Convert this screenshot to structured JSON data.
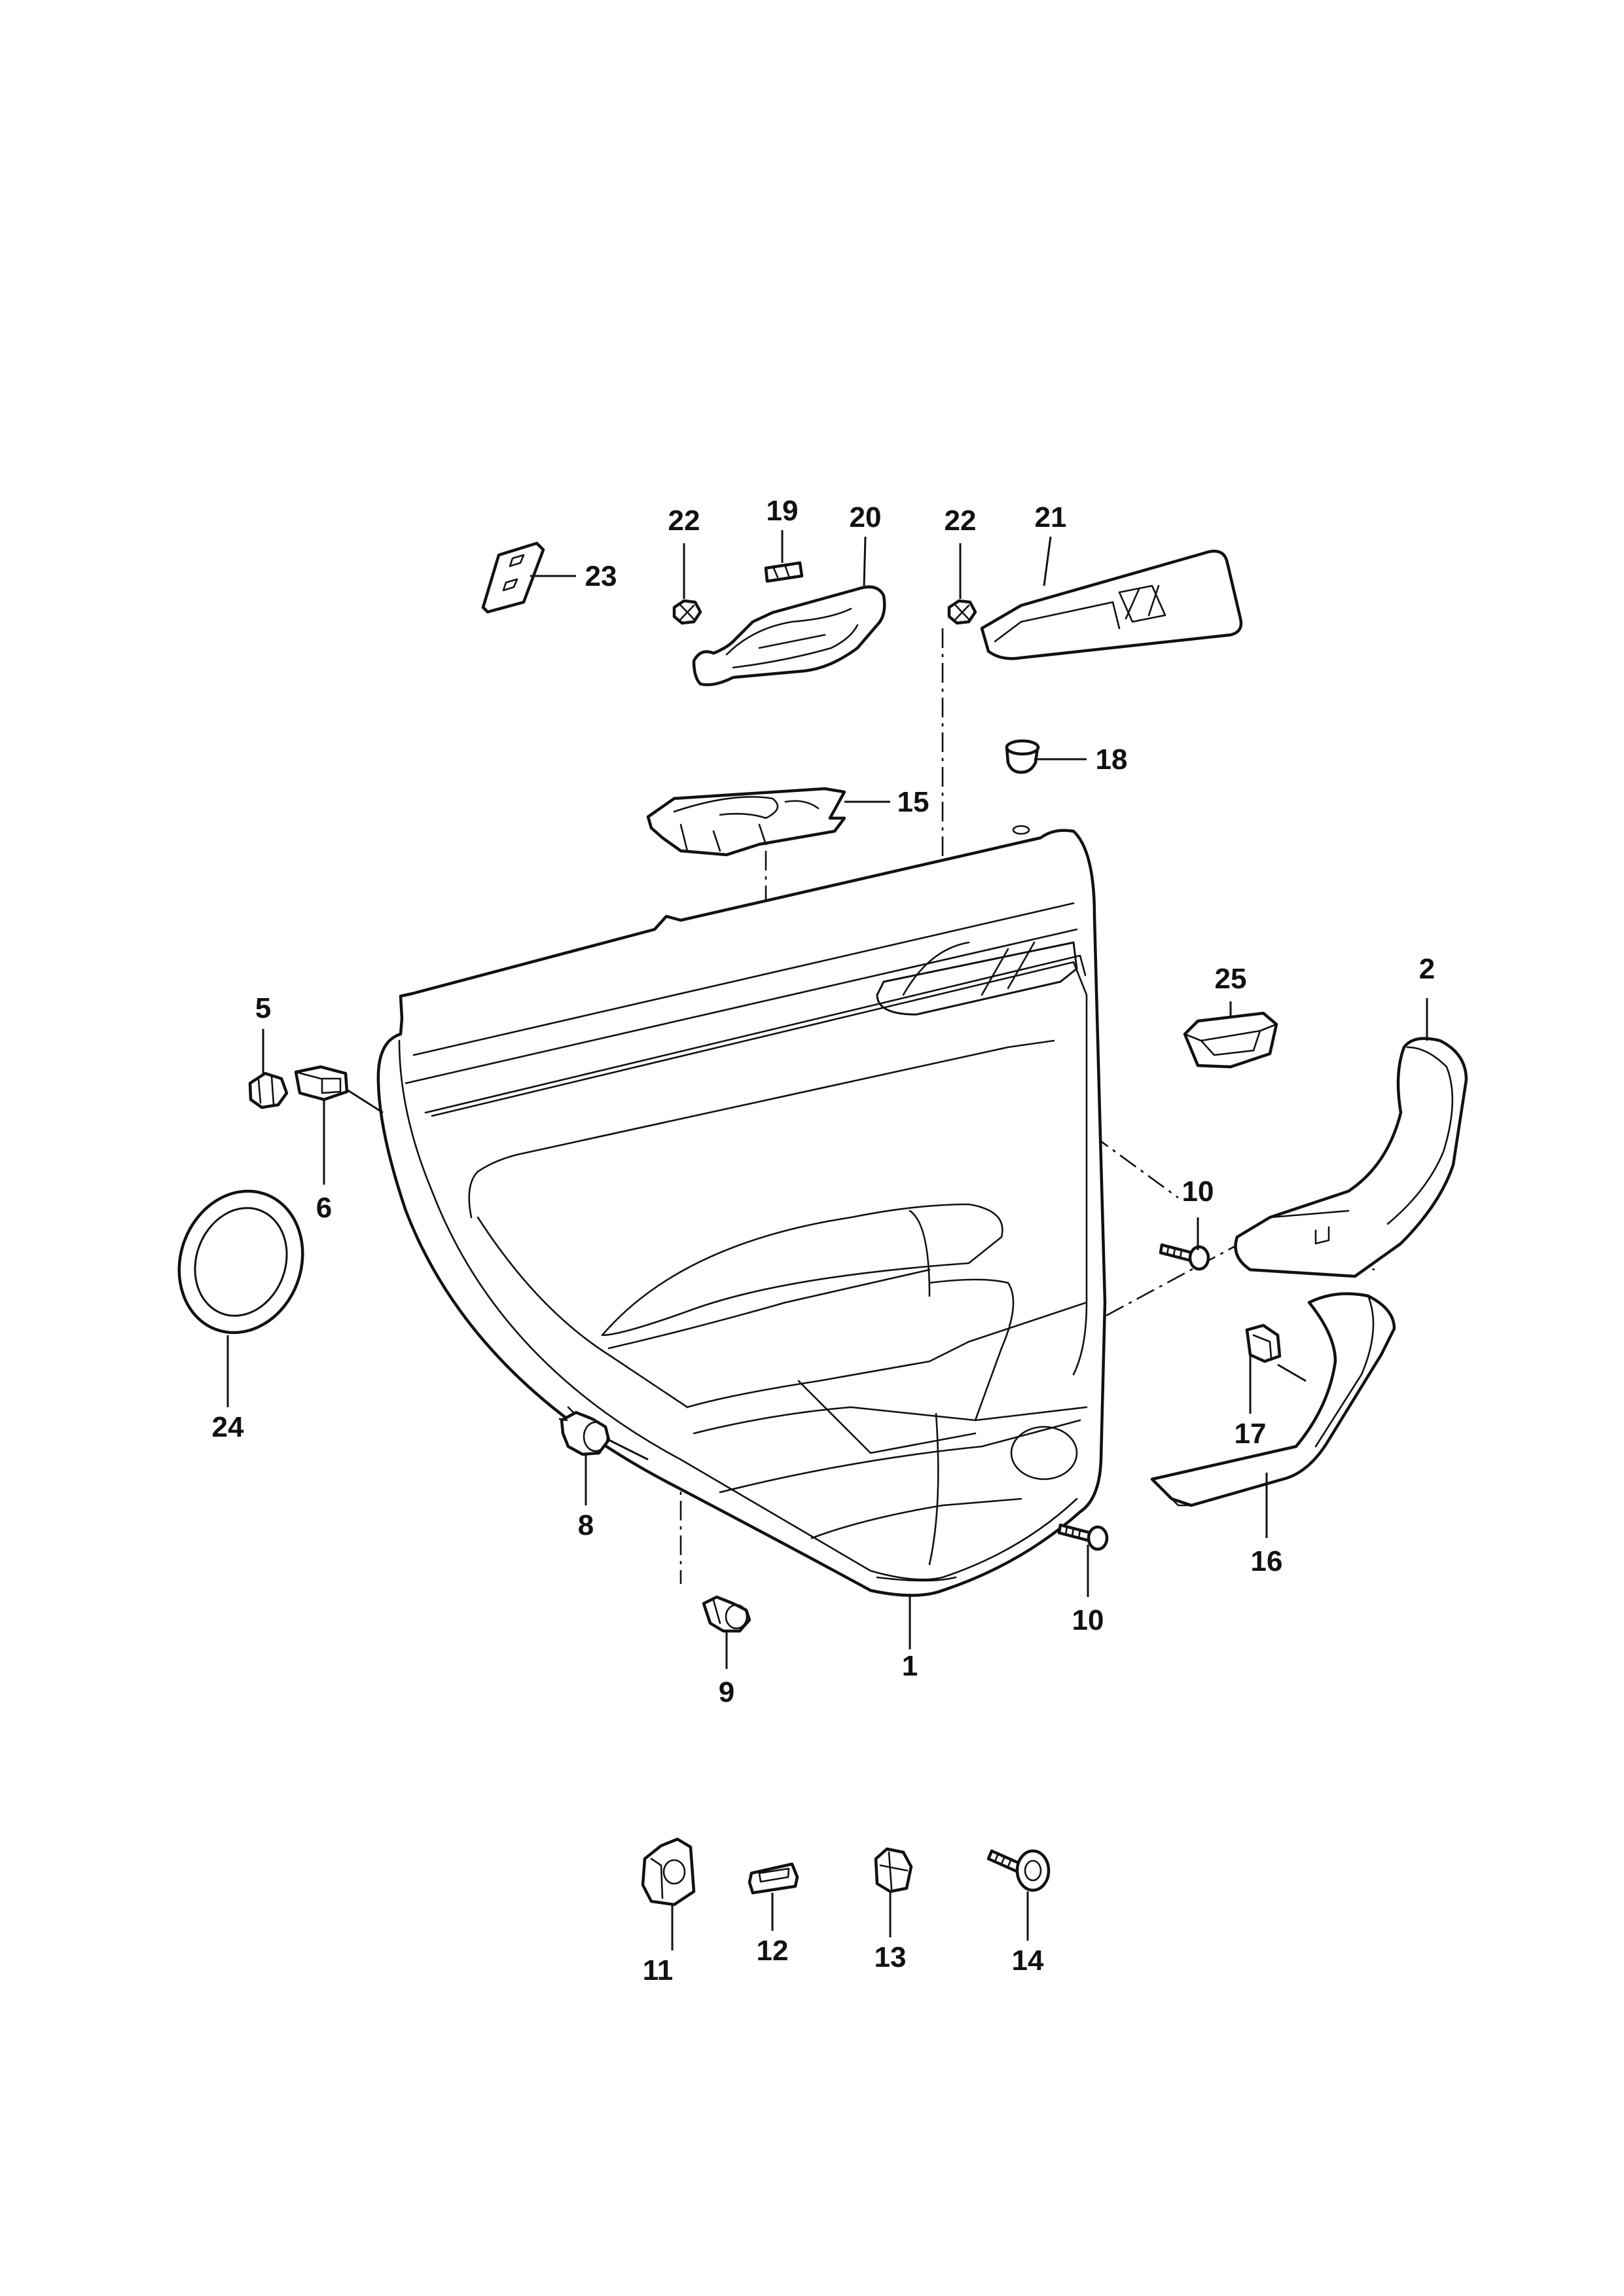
{
  "callouts": {
    "c1": "1",
    "c2": "2",
    "c5": "5",
    "c6": "6",
    "c8": "8",
    "c9": "9",
    "c10a": "10",
    "c10b": "10",
    "c11": "11",
    "c12": "12",
    "c13": "13",
    "c14": "14",
    "c15": "15",
    "c16": "16",
    "c17": "17",
    "c18": "18",
    "c19": "19",
    "c20": "20",
    "c21": "21",
    "c22a": "22",
    "c22b": "22",
    "c23": "23",
    "c24": "24",
    "c25": "25"
  }
}
